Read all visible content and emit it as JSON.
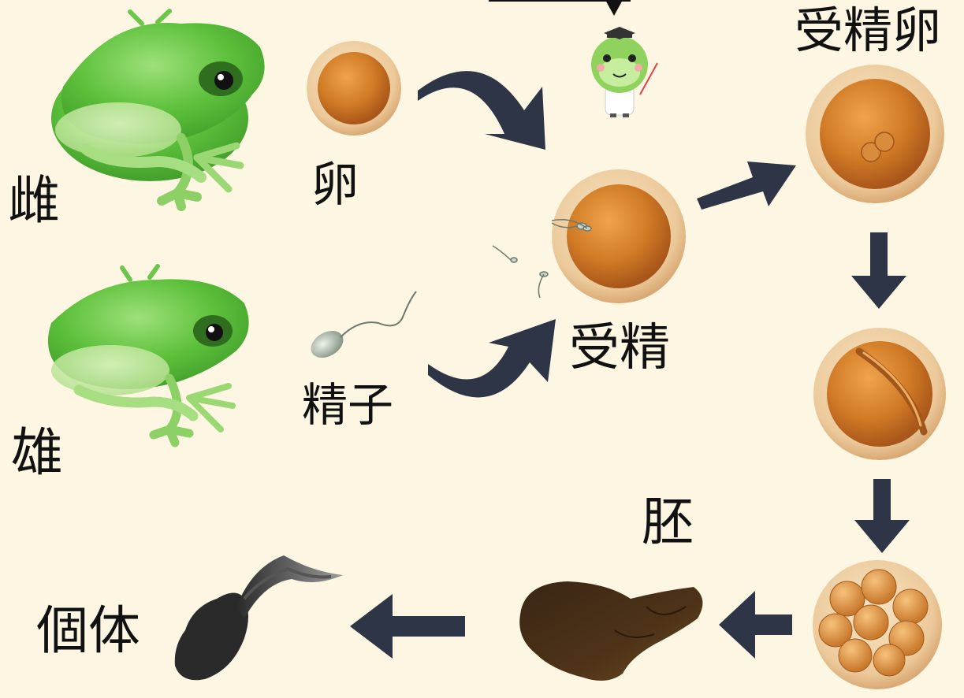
{
  "labels": {
    "female": "雌",
    "male": "雄",
    "egg": "卵",
    "sperm": "精子",
    "fertilization": "受精",
    "fertilized_egg": "受精卵",
    "embryo": "胚",
    "individual": "個体"
  },
  "colors": {
    "background": "#fdf6e3",
    "arrow": "#2e3546",
    "frog_green": "#6cc64a",
    "egg_orange": "#d9852e",
    "tadpole": "#2a2a2a"
  },
  "icons": {
    "teacher": "frog-teacher-icon",
    "marker": "triangle-down-icon"
  }
}
